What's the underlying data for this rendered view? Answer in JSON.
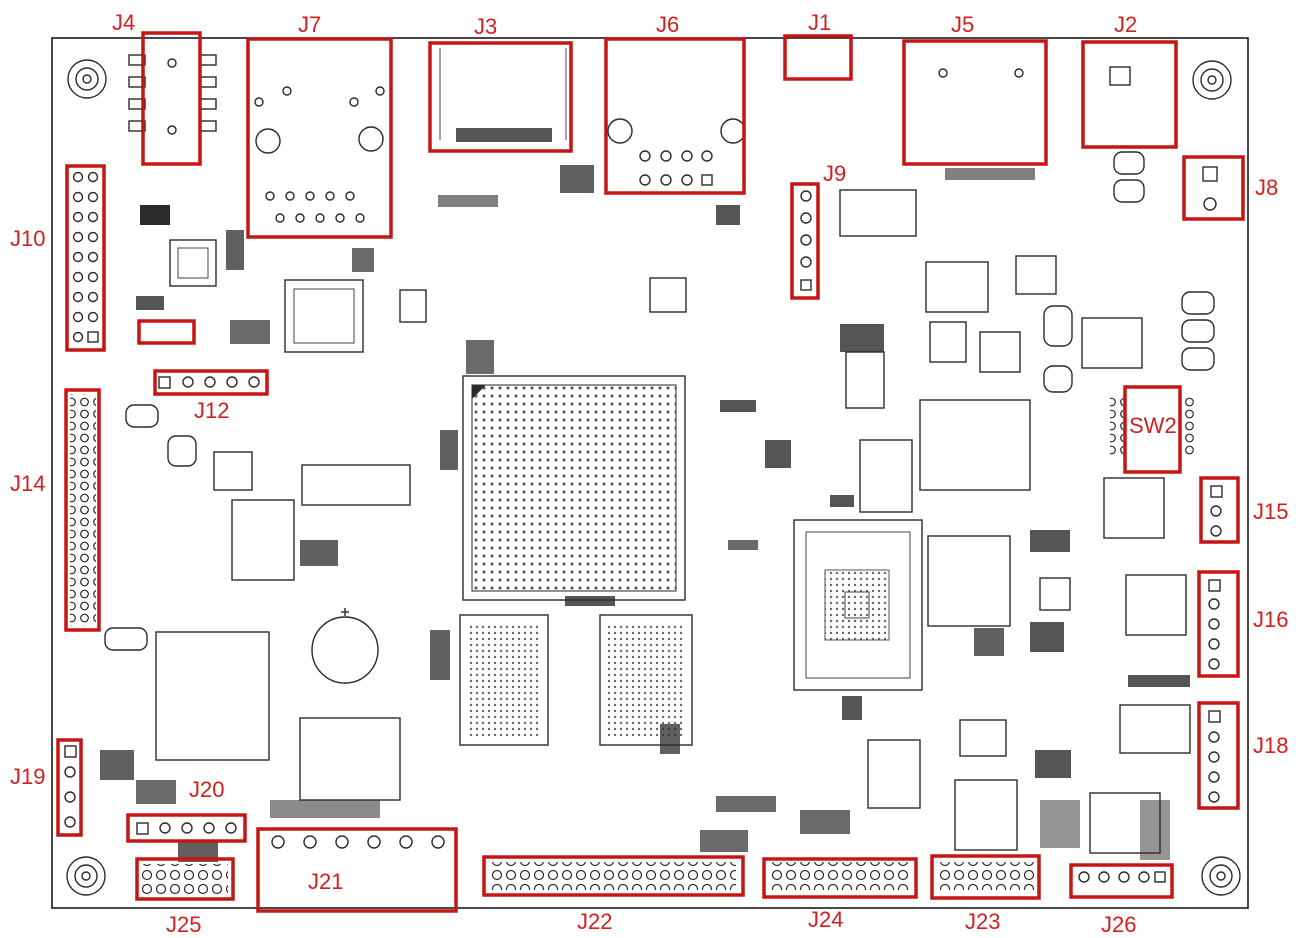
{
  "labels": {
    "J1": "J1",
    "J2": "J2",
    "J3": "J3",
    "J4": "J4",
    "J5": "J5",
    "J6": "J6",
    "J7": "J7",
    "J8": "J8",
    "J9": "J9",
    "J10": "J10",
    "J12": "J12",
    "J14": "J14",
    "J15": "J15",
    "J16": "J16",
    "J18": "J18",
    "J19": "J19",
    "J20": "J20",
    "J21": "J21",
    "J22": "J22",
    "J23": "J23",
    "J24": "J24",
    "J25": "J25",
    "J26": "J26",
    "SW2": "SW2"
  },
  "colors": {
    "highlight": "#c51616",
    "label": "#d21f1f",
    "outline": "#1a1a1a"
  }
}
